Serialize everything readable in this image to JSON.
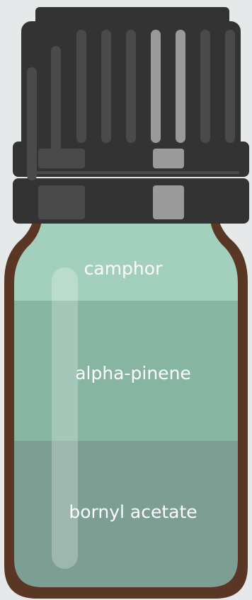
{
  "diagram": {
    "layers": [
      {
        "label": "camphor",
        "color": "#a3cfbd"
      },
      {
        "label": "alpha-pinene",
        "color": "#86b5a2"
      },
      {
        "label": "bornyl acetate",
        "color": "#7c9e93"
      }
    ],
    "colors": {
      "background": "#e6e9ea",
      "bottle_outline": "#5a3624",
      "cap": "#333333",
      "cap_rib_dark": "#4a4a4a",
      "cap_rib_light": "#9a9a9a",
      "highlight": "#ffffff"
    },
    "icon": "essential-oil-bottle-icon"
  }
}
